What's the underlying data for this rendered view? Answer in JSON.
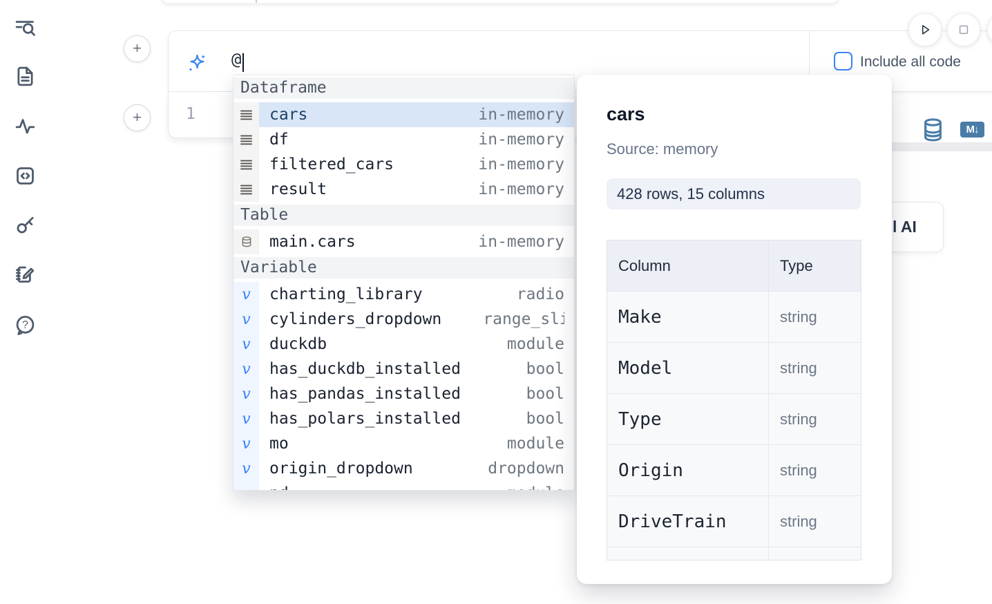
{
  "sidebar": {
    "icons": [
      "search-list",
      "document",
      "activity",
      "code-block",
      "key",
      "scratchpad",
      "help"
    ]
  },
  "run_controls": {
    "play": "run-all",
    "stop": "stop-kernel"
  },
  "cell": {
    "ai_prompt_value": "@",
    "include_all_code_label": "Include all code",
    "line_number": "1"
  },
  "output_toolbar": {
    "database_icon": "database",
    "markdown_badge": "M↓"
  },
  "ai_button": {
    "visible_label": "l AI"
  },
  "autocomplete": {
    "sections": [
      {
        "label": "Dataframe",
        "items": [
          {
            "name": "cars",
            "type": "in-memory",
            "selected": true
          },
          {
            "name": "df",
            "type": "in-memory"
          },
          {
            "name": "filtered_cars",
            "type": "in-memory"
          },
          {
            "name": "result",
            "type": "in-memory"
          }
        ]
      },
      {
        "label": "Table",
        "items": [
          {
            "name": "main.cars",
            "type": "in-memory"
          }
        ]
      },
      {
        "label": "Variable",
        "items": [
          {
            "name": "charting_library",
            "type": "radio"
          },
          {
            "name": "cylinders_dropdown",
            "type": "range_slider"
          },
          {
            "name": "duckdb",
            "type": "module"
          },
          {
            "name": "has_duckdb_installed",
            "type": "bool"
          },
          {
            "name": "has_pandas_installed",
            "type": "bool"
          },
          {
            "name": "has_polars_installed",
            "type": "bool"
          },
          {
            "name": "mo",
            "type": "module"
          },
          {
            "name": "origin_dropdown",
            "type": "dropdown"
          },
          {
            "name": "pd",
            "type": "module"
          }
        ]
      }
    ]
  },
  "preview": {
    "title": "cars",
    "source": "Source: memory",
    "shape": "428 rows, 15 columns",
    "table": {
      "headers": [
        "Column",
        "Type"
      ],
      "rows": [
        [
          "Make",
          "string"
        ],
        [
          "Model",
          "string"
        ],
        [
          "Type",
          "string"
        ],
        [
          "Origin",
          "string"
        ],
        [
          "DriveTrain",
          "string"
        ]
      ]
    }
  },
  "colors": {
    "accent": "#3b82f6",
    "steel_blue": "#4a7ca8",
    "selected_row": "#d8e6f7"
  }
}
